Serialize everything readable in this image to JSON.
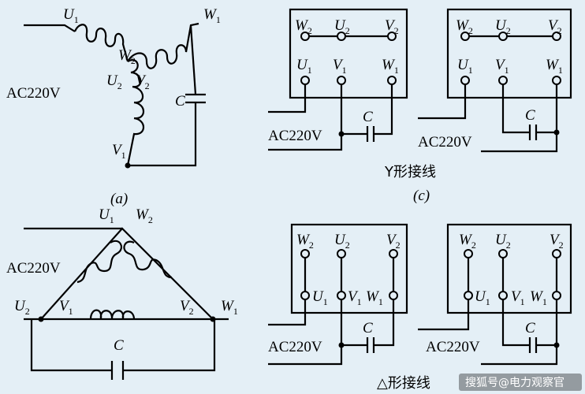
{
  "supply_label": "AC220V",
  "capacitor_label": "C",
  "captions": {
    "a": "(a)",
    "c": "(c)",
    "y": "Y形接线",
    "delta": "△形接线"
  },
  "watermark": "搜狐号@电力观察官",
  "terminals": {
    "U1": {
      "base": "U",
      "sub": "1"
    },
    "U2": {
      "base": "U",
      "sub": "2"
    },
    "V1": {
      "base": "V",
      "sub": "1"
    },
    "V2": {
      "base": "V",
      "sub": "2"
    },
    "W1": {
      "base": "W",
      "sub": "1"
    },
    "W2": {
      "base": "W",
      "sub": "2"
    }
  }
}
